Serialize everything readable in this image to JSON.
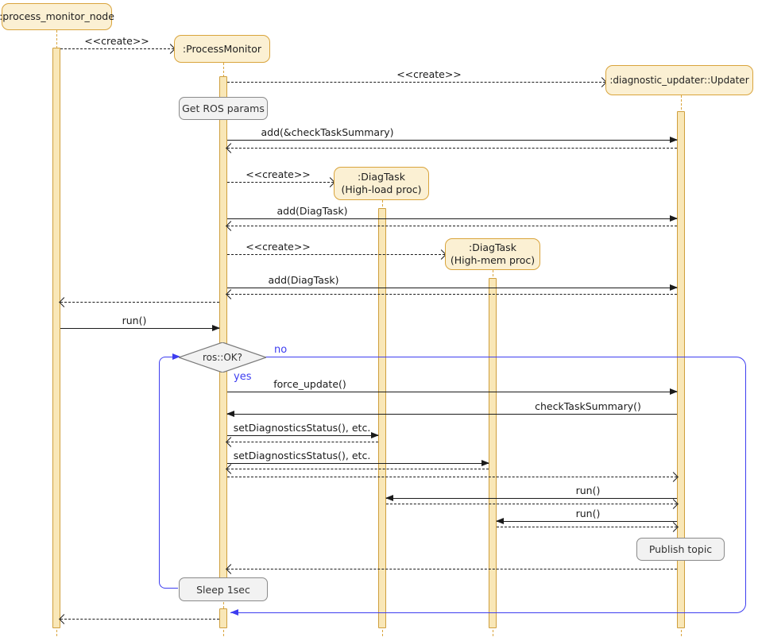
{
  "diagram": {
    "type": "uml-sequence-diagram",
    "colors": {
      "actor_fill": "#fbf0d3",
      "actor_border": "#d9a43c",
      "activation_fill": "#f9e7b7",
      "note_fill": "#f2f2f2",
      "note_border": "#8a8a8a",
      "loop_blue": "#3d3df0",
      "message_black": "#1b1b1b"
    },
    "actors": [
      {
        "id": "process_monitor_node",
        "label": ":process_monitor_node"
      },
      {
        "id": "process_monitor",
        "label": ":ProcessMonitor"
      },
      {
        "id": "diag_task_high_load",
        "label": ":DiagTask\n(High-load proc)"
      },
      {
        "id": "diag_task_high_mem",
        "label": ":DiagTask\n(High-mem proc)"
      },
      {
        "id": "updater",
        "label": ":diagnostic_updater::Updater"
      }
    ],
    "notes": [
      {
        "id": "get_ros_params",
        "label": "Get ROS params"
      },
      {
        "id": "publish_topic",
        "label": "Publish topic"
      },
      {
        "id": "sleep_1sec",
        "label": "Sleep 1sec"
      }
    ],
    "decision": {
      "label": "ros::OK?",
      "yes_label": "yes",
      "no_label": "no"
    },
    "messages": [
      {
        "label": "<<create>>",
        "from": ":process_monitor_node",
        "to": ":ProcessMonitor",
        "style": "dashed-create"
      },
      {
        "label": "<<create>>",
        "from": ":ProcessMonitor",
        "to": ":diagnostic_updater::Updater",
        "style": "dashed-create"
      },
      {
        "label": "add(&checkTaskSummary)",
        "from": ":ProcessMonitor",
        "to": ":diagnostic_updater::Updater",
        "style": "solid-call"
      },
      {
        "label": "",
        "from": ":diagnostic_updater::Updater",
        "to": ":ProcessMonitor",
        "style": "dashed-return"
      },
      {
        "label": "<<create>>",
        "from": ":ProcessMonitor",
        "to": ":DiagTask (High-load proc)",
        "style": "dashed-create"
      },
      {
        "label": "add(DiagTask)",
        "from": ":ProcessMonitor",
        "to": ":diagnostic_updater::Updater",
        "style": "solid-call"
      },
      {
        "label": "",
        "from": ":diagnostic_updater::Updater",
        "to": ":ProcessMonitor",
        "style": "dashed-return"
      },
      {
        "label": "<<create>>",
        "from": ":ProcessMonitor",
        "to": ":DiagTask (High-mem proc)",
        "style": "dashed-create"
      },
      {
        "label": "add(DiagTask)",
        "from": ":ProcessMonitor",
        "to": ":diagnostic_updater::Updater",
        "style": "solid-call"
      },
      {
        "label": "",
        "from": ":diagnostic_updater::Updater",
        "to": ":ProcessMonitor",
        "style": "dashed-return"
      },
      {
        "label": "",
        "from": ":ProcessMonitor",
        "to": ":process_monitor_node",
        "style": "dashed-return"
      },
      {
        "label": "run()",
        "from": ":process_monitor_node",
        "to": ":ProcessMonitor",
        "style": "solid-call"
      },
      {
        "label": "force_update()",
        "from": ":ProcessMonitor",
        "to": ":diagnostic_updater::Updater",
        "style": "solid-call"
      },
      {
        "label": "checkTaskSummary()",
        "from": ":diagnostic_updater::Updater",
        "to": ":ProcessMonitor",
        "style": "solid-call"
      },
      {
        "label": "setDiagnosticsStatus(), etc.",
        "from": ":ProcessMonitor",
        "to": ":DiagTask (High-load proc)",
        "style": "solid-call"
      },
      {
        "label": "",
        "from": ":DiagTask (High-load proc)",
        "to": ":ProcessMonitor",
        "style": "dashed-return"
      },
      {
        "label": "setDiagnosticsStatus(), etc.",
        "from": ":ProcessMonitor",
        "to": ":DiagTask (High-mem proc)",
        "style": "solid-call"
      },
      {
        "label": "",
        "from": ":DiagTask (High-mem proc)",
        "to": ":ProcessMonitor",
        "style": "dashed-return"
      },
      {
        "label": "",
        "from": ":ProcessMonitor",
        "to": ":diagnostic_updater::Updater",
        "style": "dashed-return"
      },
      {
        "label": "run()",
        "from": ":diagnostic_updater::Updater",
        "to": ":DiagTask (High-load proc)",
        "style": "solid-call"
      },
      {
        "label": "",
        "from": ":DiagTask (High-load proc)",
        "to": ":diagnostic_updater::Updater",
        "style": "dashed-return"
      },
      {
        "label": "run()",
        "from": ":diagnostic_updater::Updater",
        "to": ":DiagTask (High-mem proc)",
        "style": "solid-call"
      },
      {
        "label": "",
        "from": ":DiagTask (High-mem proc)",
        "to": ":diagnostic_updater::Updater",
        "style": "dashed-return"
      },
      {
        "label": "",
        "from": ":diagnostic_updater::Updater",
        "to": ":ProcessMonitor",
        "style": "dashed-return"
      },
      {
        "label": "",
        "from": ":ProcessMonitor",
        "to": ":process_monitor_node",
        "style": "dashed-return"
      }
    ]
  }
}
